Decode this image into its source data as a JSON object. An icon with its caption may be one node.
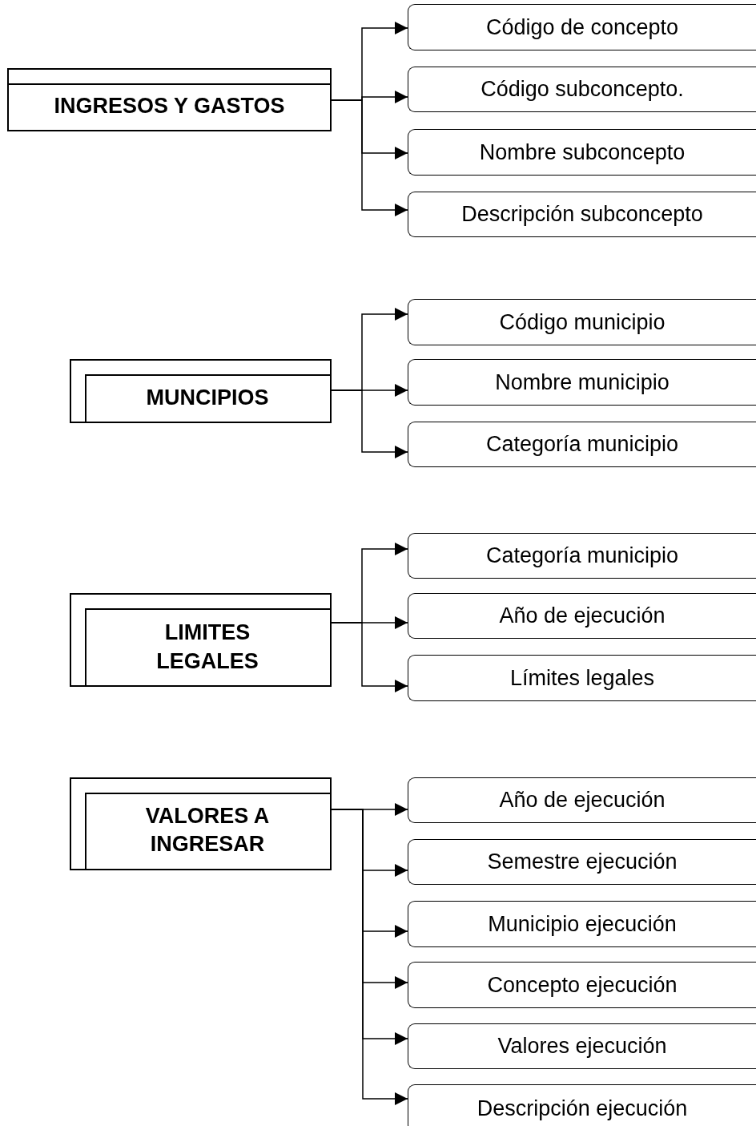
{
  "diagram": {
    "nodes": [
      {
        "text": [
          "INGRESOS Y GASTOS"
        ]
      },
      {
        "text": [
          "Código de concepto"
        ]
      },
      {
        "text": [
          "Código subconcepto."
        ]
      },
      {
        "text": [
          "Nombre subconcepto"
        ]
      },
      {
        "text": [
          "Descripción subconcepto"
        ]
      },
      {
        "text": [
          "MUNCIPIOS"
        ]
      },
      {
        "text": [
          "Código municipio"
        ]
      },
      {
        "text": [
          "Nombre municipio"
        ]
      },
      {
        "text": [
          "Categoría municipio"
        ]
      },
      {
        "text": [
          "LIMITES LEGALES"
        ]
      },
      {
        "text": [
          "Categoría municipio"
        ]
      },
      {
        "text": [
          "Año de ejecución"
        ]
      },
      {
        "text": [
          "Límites legales"
        ]
      },
      {
        "text": [
          "VALORES A INGRESAR"
        ]
      },
      {
        "text": [
          "Año de ejecución"
        ]
      },
      {
        "text": [
          "Semestre ejecución"
        ]
      },
      {
        "text": [
          "Municipio ejecución"
        ]
      },
      {
        "text": [
          "Concepto ejecución"
        ]
      },
      {
        "text": [
          "Valores ejecución"
        ]
      },
      {
        "text": [
          "Descripción ejecución"
        ]
      }
    ],
    "edges": [
      {
        "from": 0,
        "to": 1,
        "arrow": "to"
      },
      {
        "from": 0,
        "to": 2,
        "arrow": "to"
      },
      {
        "from": 0,
        "to": 3,
        "arrow": "to"
      },
      {
        "from": 0,
        "to": 4,
        "arrow": "to"
      },
      {
        "from": 5,
        "to": 6,
        "arrow": "to"
      },
      {
        "from": 5,
        "to": 7,
        "arrow": "to"
      },
      {
        "from": 5,
        "to": 8,
        "arrow": "to"
      },
      {
        "from": 9,
        "to": 10,
        "arrow": "to"
      },
      {
        "from": 9,
        "to": 11,
        "arrow": "to"
      },
      {
        "from": 9,
        "to": 12,
        "arrow": "to"
      },
      {
        "from": 13,
        "to": 14,
        "arrow": "to"
      },
      {
        "from": 13,
        "to": 15,
        "arrow": "to"
      },
      {
        "from": 13,
        "to": 16,
        "arrow": "to"
      },
      {
        "from": 13,
        "to": 17,
        "arrow": "to"
      },
      {
        "from": 13,
        "to": 18,
        "arrow": "to"
      },
      {
        "from": 13,
        "to": 19,
        "arrow": "to"
      }
    ]
  }
}
